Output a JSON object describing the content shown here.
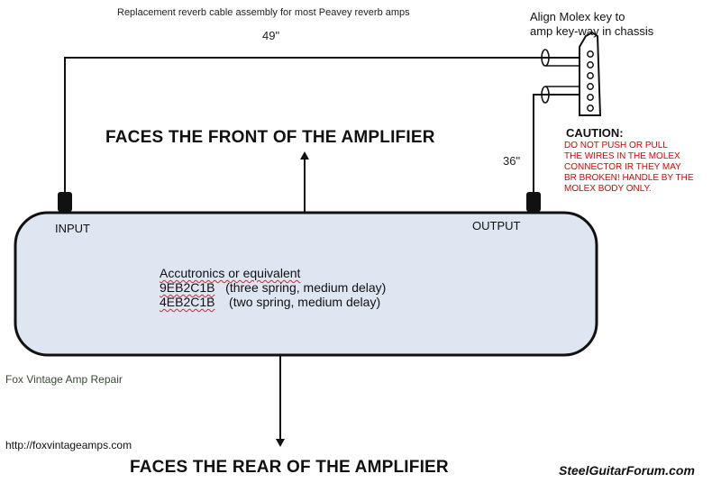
{
  "title": "Replacement reverb cable assembly for most Peavey reverb amps",
  "cable_lengths": {
    "long": "49\"",
    "short": "36\""
  },
  "molex_note": [
    "Align Molex key to",
    "amp key-way in chassis"
  ],
  "front_label": "FACES THE FRONT OF THE AMPLIFIER",
  "rear_label": "FACES THE REAR OF THE AMPLIFIER",
  "caution": {
    "heading": "CAUTION:",
    "lines": [
      "DO NOT PUSH OR PULL",
      "THE WIRES IN THE MOLEX",
      "CONNECTOR IR THEY MAY",
      "BR BROKEN!  HANDLE BY THE",
      "MOLEX BODY ONLY."
    ]
  },
  "ports": {
    "input": "INPUT",
    "output": "OUTPUT"
  },
  "tank": {
    "line1": "Accutronics or equivalent",
    "models": [
      {
        "part": "9EB2C1B",
        "desc": "   (three spring, medium delay)"
      },
      {
        "part": "4EB2C1B",
        "desc": "    (two spring, medium delay)"
      }
    ]
  },
  "credit": "Fox Vintage Amp Repair",
  "url": "http://foxvintageamps.com",
  "watermark": "SteelGuitarForum.com",
  "colors": {
    "tank_fill": "#dde6f1",
    "caution_text": "#e00000",
    "line": "#111111"
  }
}
